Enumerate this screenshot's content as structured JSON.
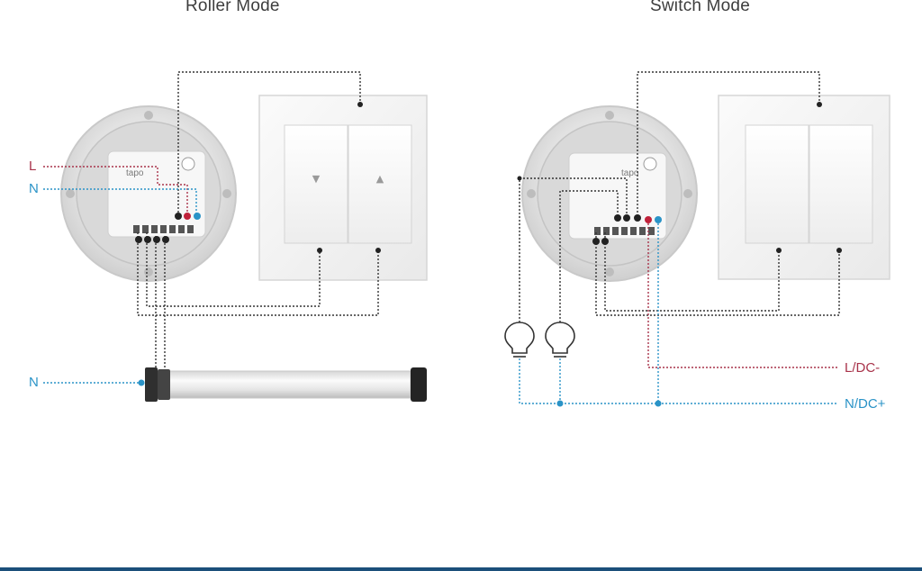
{
  "left_panel": {
    "title": "Roller Mode",
    "label_live": "L",
    "label_neutral": "N",
    "label_motor_neutral": "N",
    "module_brand": "tapo",
    "button_up_symbol": "▲",
    "button_down_symbol": "▼"
  },
  "right_panel": {
    "title": "Switch Mode",
    "label_live": "L/DC-",
    "label_neutral": "N/DC+",
    "module_brand": "tapo"
  },
  "colors": {
    "live_wire": "#a8334a",
    "neutral_wire": "#2a93c7",
    "control_wire": "#333333",
    "bottom_rule": "#1b4f7a"
  },
  "icons": [
    "junction-box-icon",
    "smart-module-icon",
    "wall-switch-icon",
    "tubular-motor-icon",
    "light-bulb-icon"
  ]
}
